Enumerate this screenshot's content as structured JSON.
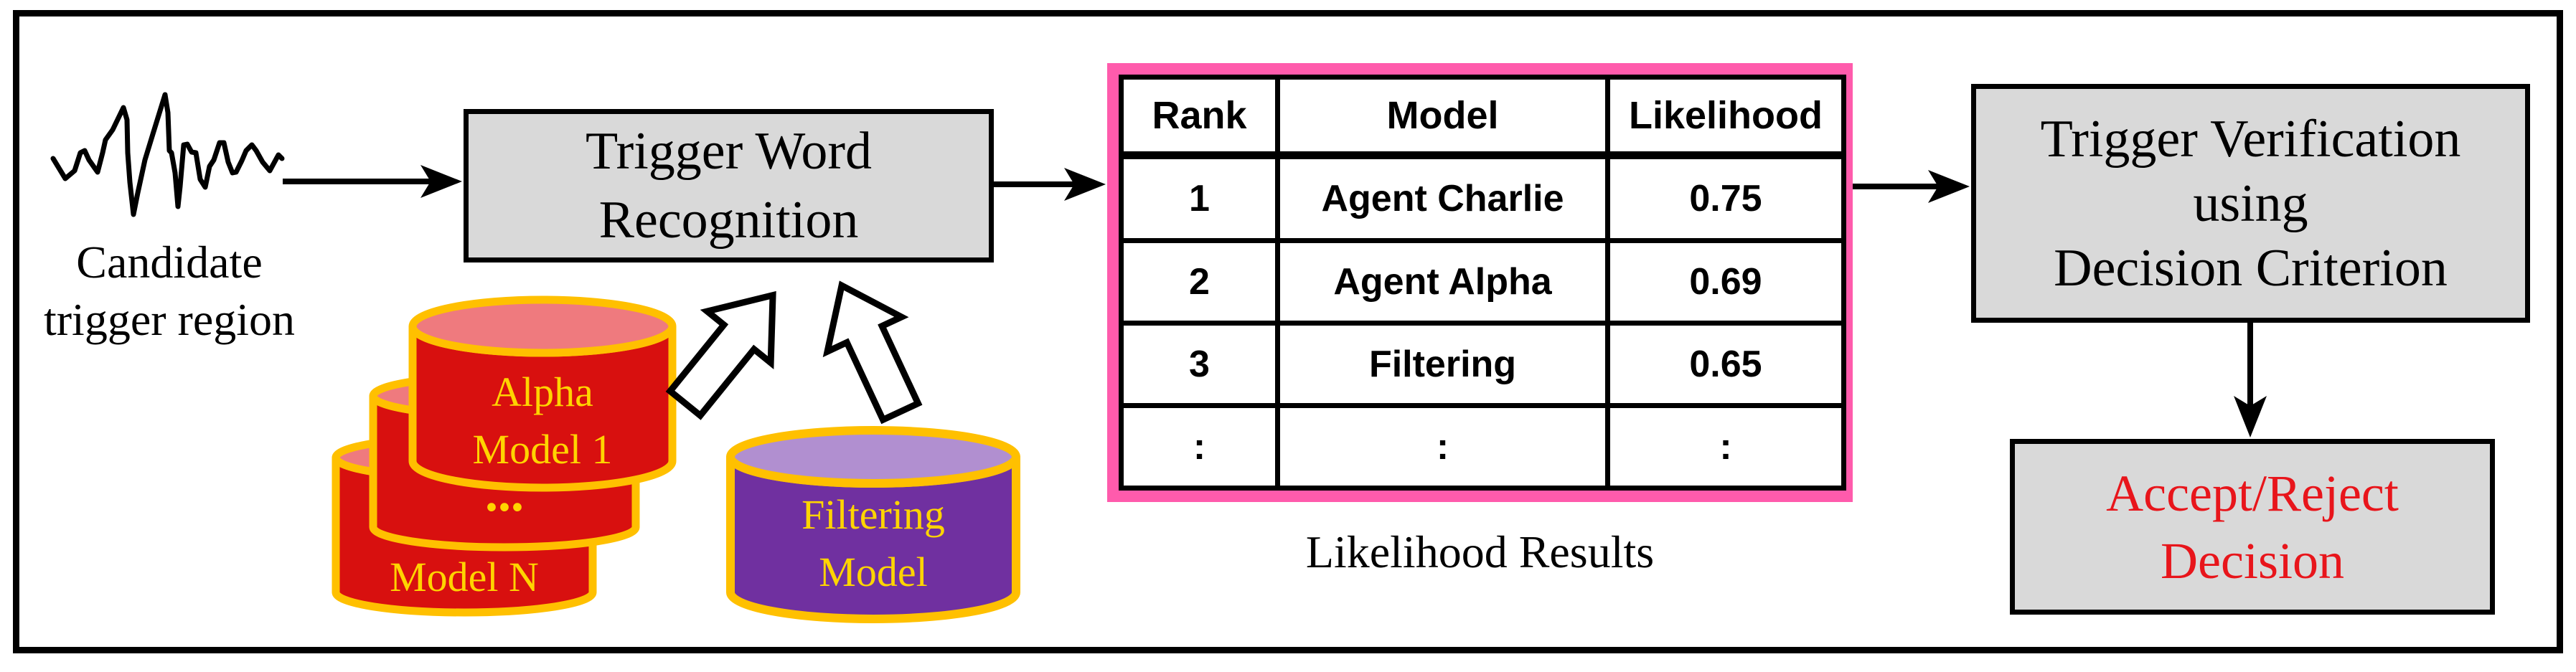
{
  "diagram": {
    "input": {
      "label_line1": "Candidate",
      "label_line2": "trigger region"
    },
    "recognition_box": {
      "line1": "Trigger Word",
      "line2": "Recognition"
    },
    "model_stack": {
      "front_line1": "Alpha",
      "front_line2": "Model 1",
      "middle_dots": "...",
      "back_label": "Model N"
    },
    "filtering_cylinder": {
      "line1": "Filtering",
      "line2": "Model"
    },
    "results_table": {
      "headers": [
        "Rank",
        "Model",
        "Likelihood"
      ],
      "rows": [
        [
          "1",
          "Agent Charlie",
          "0.75"
        ],
        [
          "2",
          "Agent Alpha",
          "0.69"
        ],
        [
          "3",
          "Filtering",
          "0.65"
        ],
        [
          ":",
          ":",
          ":"
        ]
      ],
      "caption": "Likelihood Results"
    },
    "verification_box": {
      "line1": "Trigger Verification",
      "line2": "using",
      "line3": "Decision Criterion"
    },
    "decision_box": {
      "line1": "Accept/Reject",
      "line2": "Decision"
    },
    "colors": {
      "box_fill": "#d9d9d9",
      "box_border": "#000000",
      "table_border_pink": "#ff5bac",
      "decision_text_red": "#e8151b",
      "cylinder_red_body": "#d8100f",
      "cylinder_red_top": "#ef7a7e",
      "cylinder_purple_body": "#7030a0",
      "cylinder_purple_top": "#b18fd0",
      "cylinder_outline_amber": "#ffc000",
      "cylinder_text_yellow": "#ffd400"
    }
  }
}
